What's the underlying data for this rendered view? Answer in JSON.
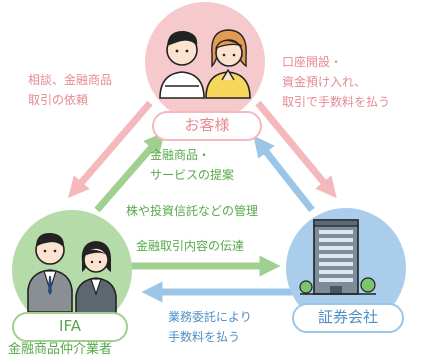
{
  "nodes": {
    "customer": {
      "label": "お客様"
    },
    "ifa": {
      "label": "IFA",
      "caption": "金融商品仲介業者"
    },
    "securities": {
      "label": "証券会社"
    }
  },
  "arrows": {
    "customer_to_ifa": {
      "lines": [
        "相談、金融商品",
        "取引の依頼"
      ]
    },
    "securities_to_customer": {
      "lines": [
        "口座開設・",
        "資金預け入れ、",
        "取引で手数料を払う"
      ]
    },
    "ifa_to_customer": {
      "lines": [
        "金融商品・",
        "サービスの提案"
      ]
    },
    "securities_to_ifa_manage": {
      "text": "株や投資信託などの管理"
    },
    "ifa_to_securities": {
      "text": "金融取引内容の伝達"
    },
    "securities_to_ifa_fee": {
      "lines": [
        "業務委託により",
        "手数料を払う"
      ]
    }
  },
  "colors": {
    "pink": "#f4b8bd",
    "pink_text": "#e58a93",
    "green": "#9fd08f",
    "green_text": "#57a84a",
    "blue": "#9cc6e8",
    "blue_text": "#4f90c6"
  }
}
